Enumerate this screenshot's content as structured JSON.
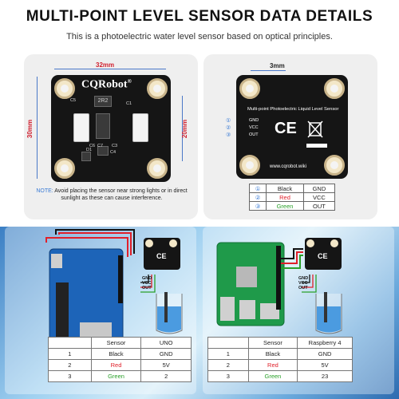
{
  "header": {
    "title": "MULTI-POINT LEVEL SENSOR DATA DETAILS",
    "subtitle": "This is a photoelectric water level sensor based on optical principles."
  },
  "left_card": {
    "width_dim": "32mm",
    "height_dim_left": "30mm",
    "height_dim_right": "20mm",
    "brand": "CQRobot",
    "brand_mark": "®",
    "chip_label": "2R2",
    "silk_labels": [
      "C5",
      "C1",
      "C6",
      "C7",
      "C3",
      "D1",
      "C4"
    ],
    "note_label": "NOTE:",
    "note_text": "Avoid placing the sensor near strong lights or in direct sunlight as these can cause interference."
  },
  "right_card": {
    "hole_dim": "3mm",
    "board_title": "Multi-point Photoelectric Liquid Level Sensor",
    "pins": [
      "GND",
      "VCC",
      "OUT"
    ],
    "pin_numbers": [
      "①",
      "②",
      "③"
    ],
    "ce_mark": "CE",
    "website": "www.cqrobot.wiki",
    "pin_table": [
      {
        "num": "①",
        "color": "Black",
        "signal": "GND",
        "hex": "#222222"
      },
      {
        "num": "②",
        "color": "Red",
        "signal": "VCC",
        "hex": "#e0202a"
      },
      {
        "num": "③",
        "color": "Green",
        "signal": "OUT",
        "hex": "#2aa02a"
      }
    ]
  },
  "uno_panel": {
    "wire_labels": [
      "GND",
      "VCC",
      "OUT"
    ],
    "table_header": [
      "",
      "Sensor",
      "UNO"
    ],
    "rows": [
      {
        "num": "1",
        "sensor": "Black",
        "pin": "GND"
      },
      {
        "num": "2",
        "sensor": "Red",
        "pin": "5V"
      },
      {
        "num": "3",
        "sensor": "Green",
        "pin": "2"
      }
    ]
  },
  "pi_panel": {
    "wire_labels": [
      "GND",
      "VCC",
      "OUT"
    ],
    "table_header": [
      "",
      "Sensor",
      "Raspberry 4"
    ],
    "rows": [
      {
        "num": "1",
        "sensor": "Black",
        "pin": "GND"
      },
      {
        "num": "2",
        "sensor": "Red",
        "pin": "5V"
      },
      {
        "num": "3",
        "sensor": "Green",
        "pin": "23"
      }
    ]
  },
  "colors": {
    "accent_blue": "#3a7bd5",
    "dim_red": "#d0202f",
    "wire_black": "#111111",
    "wire_red": "#e0202a",
    "wire_green": "#2aa02a"
  }
}
